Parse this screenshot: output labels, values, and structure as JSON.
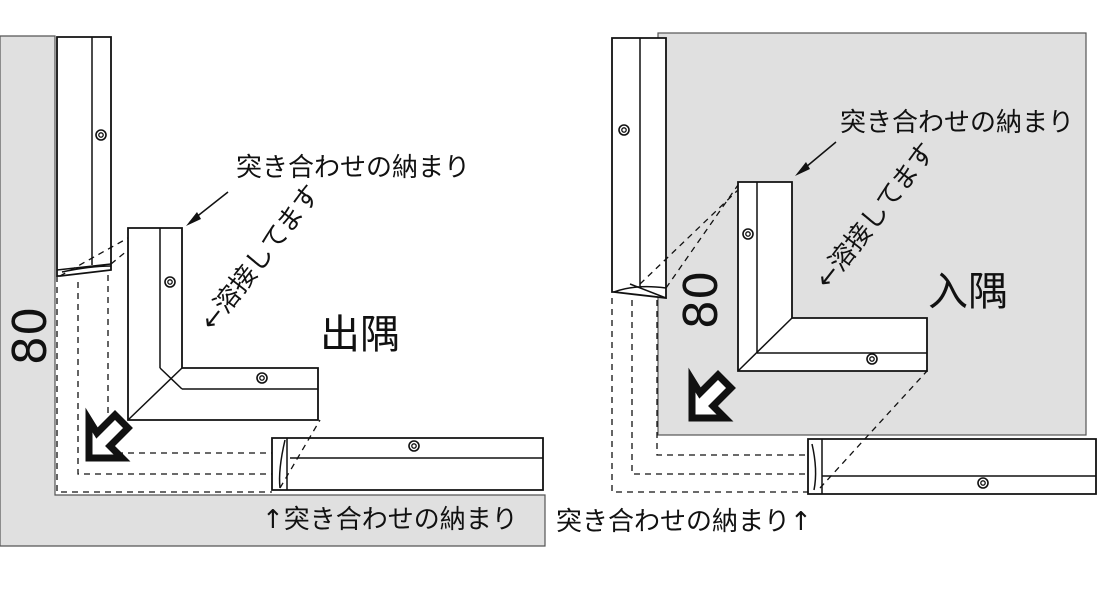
{
  "left_panel": {
    "title": "出隅",
    "dimension": "80",
    "note_weld": "←溶接してます",
    "note_butt_top": "突き合わせの納まり",
    "note_butt_bottom": "↑突き合わせの納まり"
  },
  "right_panel": {
    "title": "入隅",
    "dimension": "80",
    "note_weld": "←溶接してます",
    "note_butt_top": "突き合わせの納まり",
    "note_butt_bottom": "突き合わせの納まり↑"
  },
  "colors": {
    "wall": "#e0e0e0",
    "line": "#111111"
  }
}
